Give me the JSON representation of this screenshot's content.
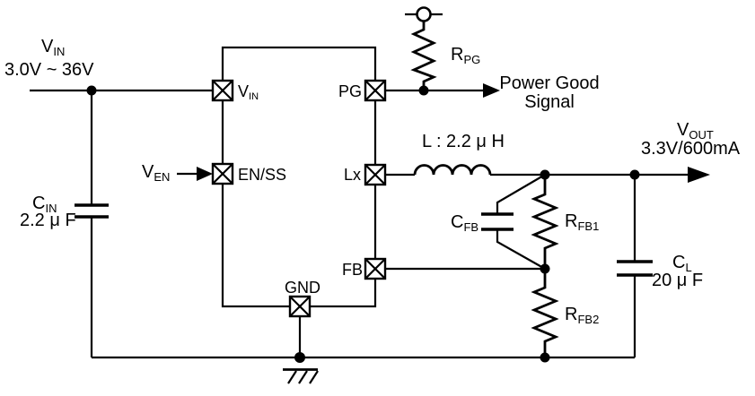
{
  "colors": {
    "line": "#000000",
    "background": "#ffffff"
  },
  "input": {
    "title": {
      "base": "V",
      "sub": "IN"
    },
    "range": "3.0V ~ 36V",
    "cin": {
      "name": {
        "base": "C",
        "sub": "IN"
      },
      "value": "2.2 μ F"
    }
  },
  "enable": {
    "label": {
      "base": "V",
      "sub": "EN"
    }
  },
  "ic": {
    "pins": {
      "vin": {
        "base": "V",
        "sub": "IN"
      },
      "enss": "EN/SS",
      "pg": "PG",
      "lx": "Lx",
      "fb": "FB",
      "gnd": "GND"
    }
  },
  "power_good": {
    "resistor": {
      "base": "R",
      "sub": "PG"
    },
    "signal": {
      "line1": "Power Good",
      "line2": "Signal"
    }
  },
  "output": {
    "inductor_label": "L : 2.2 μ H",
    "title": {
      "base": "V",
      "sub": "OUT"
    },
    "rating": "3.3V/600mA",
    "cl": {
      "name": {
        "base": "C",
        "sub": "L"
      },
      "value": "20 μ F"
    }
  },
  "feedback": {
    "cfb": {
      "base": "C",
      "sub": "FB"
    },
    "rfb1": {
      "base": "R",
      "sub": "FB1"
    },
    "rfb2": {
      "base": "R",
      "sub": "FB2"
    }
  }
}
